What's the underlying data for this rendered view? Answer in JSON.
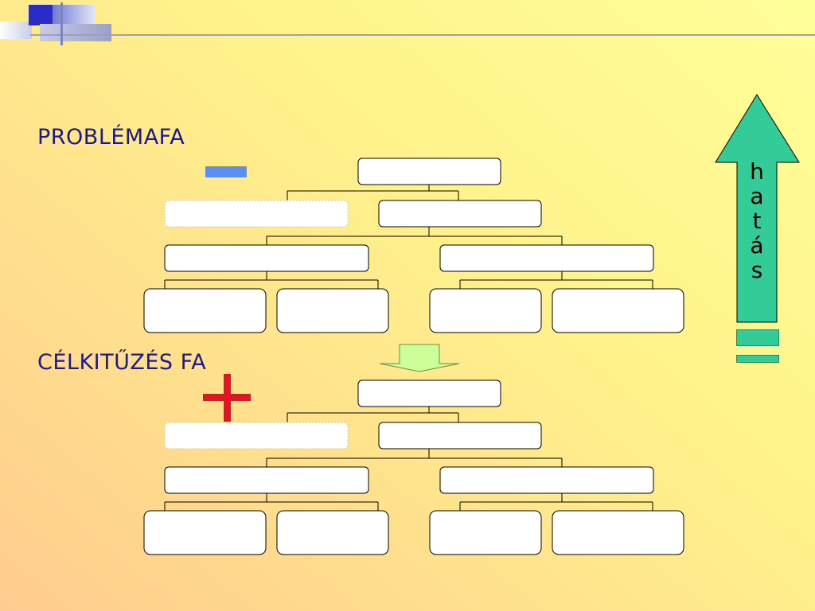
{
  "titles": {
    "problem_tree": "PROBLÉMAFA",
    "objective_tree": "CÉLKITŰZÉS FA"
  },
  "impact_arrow": {
    "letters": [
      "h",
      "a",
      "t",
      "á",
      "s"
    ],
    "color": "#33cc99"
  },
  "colors": {
    "minus": "#5b8ff0",
    "plus": "#e8112a",
    "title_text": "#1a1a8c",
    "down_arrow": "#ccff99"
  }
}
